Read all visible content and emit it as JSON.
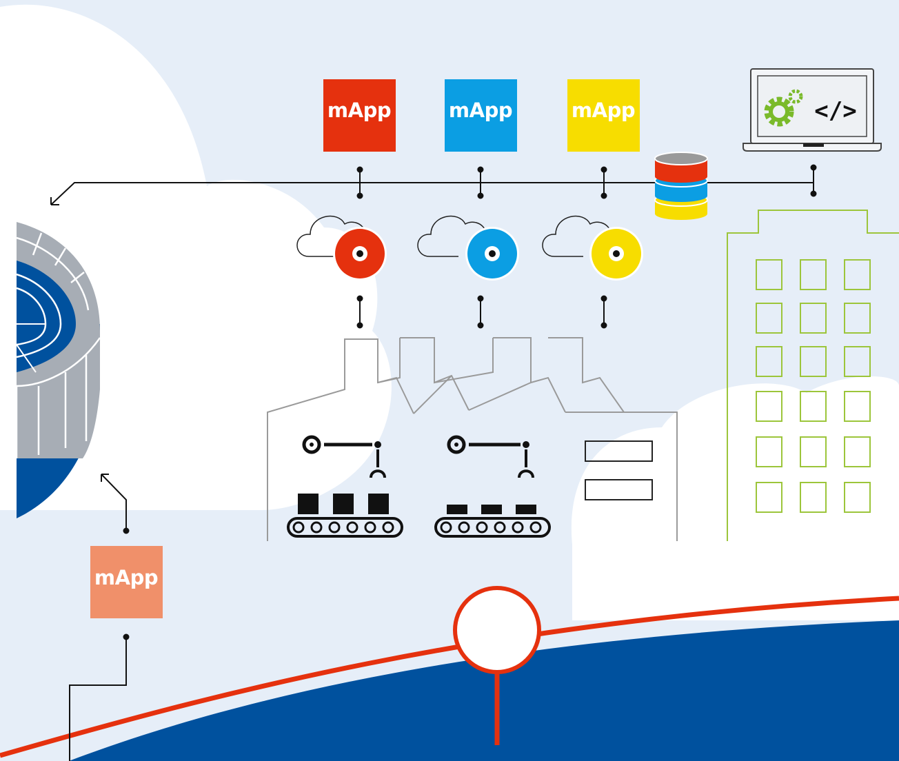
{
  "diagram": {
    "apps": [
      {
        "label": "mApp",
        "color": "#e5310e"
      },
      {
        "label": "mApp",
        "color": "#0b9ee3"
      },
      {
        "label": "mApp",
        "color": "#f7dd00"
      }
    ],
    "edge_app": {
      "label": "mApp",
      "color": "#f0906a"
    },
    "laptop": {
      "code_label": "</>",
      "gear_color": "#7aba2a"
    },
    "colors": {
      "background": "#e6eef8",
      "cloud": "#ffffff",
      "brand_blue": "#00519e",
      "accent_red": "#e5310e",
      "building_green": "#9cc53a",
      "factory_gray": "#9a9a9a",
      "tower_gray": "#a7adb5"
    }
  }
}
